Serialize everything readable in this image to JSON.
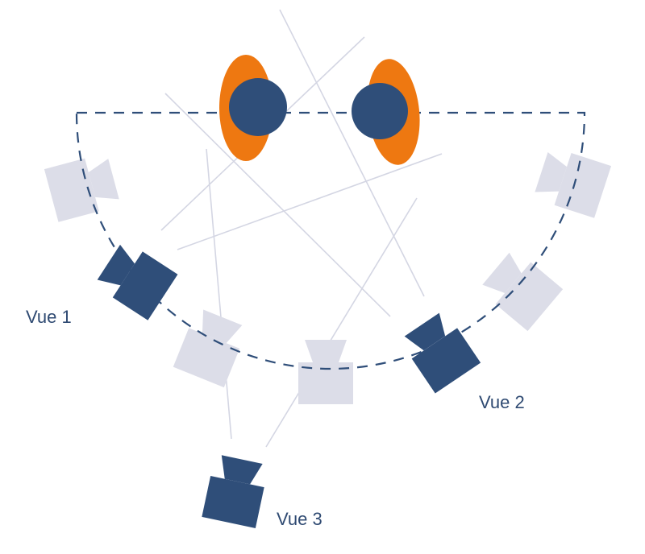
{
  "colors": {
    "primary_camera": "#2f4e79",
    "ghost_camera": "#dcdde8",
    "sight_line": "#d4d6e3",
    "subject_head": "#2f4e79",
    "subject_aura": "#ee7811",
    "arc": "#2f4e79",
    "label": "#2f4a72",
    "background": "#ffffff"
  },
  "labels": {
    "view1": "Vue 1",
    "view2": "Vue 2",
    "view3": "Vue 3"
  },
  "icons": {
    "camera": "video-camera-icon",
    "subject": "person-head-icon"
  }
}
